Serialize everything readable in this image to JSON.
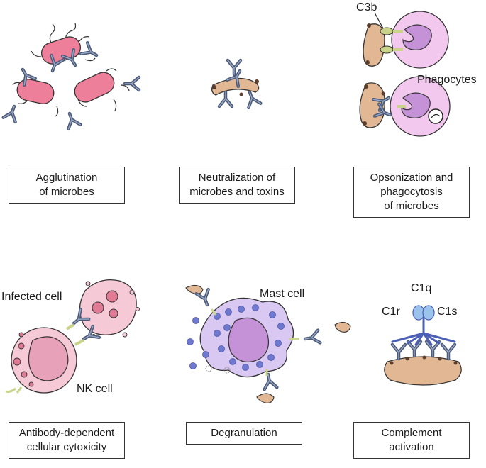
{
  "captions": {
    "agglutination": [
      "Agglutination",
      "of microbes"
    ],
    "neutralization": [
      "Neutralization of",
      "microbes and toxins"
    ],
    "opsonization": [
      "Opsonization and",
      "phagocytosis",
      "of microbes"
    ],
    "adcc": [
      "Antibody-dependent",
      "cellular cytoxicity"
    ],
    "degranulation": [
      "Degranulation"
    ],
    "complement": [
      "Complement",
      "activation"
    ]
  },
  "labels": {
    "c3b": "C3b",
    "phagocytes": "Phagocytes",
    "infected_cell": "Infected cell",
    "nk_cell": "NK cell",
    "mast_cell": "Mast cell",
    "c1q": "C1q",
    "c1r": "C1r",
    "c1s": "C1s"
  },
  "colors": {
    "antibody": "#4a5a78",
    "bacterium": "#ee7f9a",
    "microbe": "#e2b894",
    "phagocyte": "#f2c8ee",
    "nucleus": "#c592d8",
    "mast_cell": "#d9c9f2",
    "granule": "#6f79cf",
    "nk_cell": "#f6c9d6",
    "receptor": "#c9d48a",
    "complement_c1": "#4a5fb5"
  }
}
